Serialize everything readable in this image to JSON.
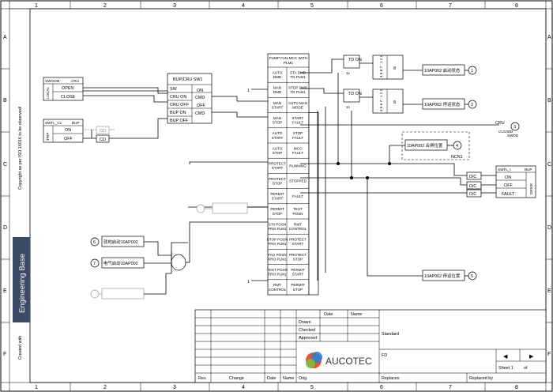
{
  "frame": {
    "col_labels": [
      "1",
      "2",
      "3",
      "4",
      "5",
      "6",
      "7",
      "8"
    ],
    "row_labels": [
      "A",
      "B",
      "C",
      "D",
      "E",
      "F"
    ]
  },
  "side": {
    "copyright": "Copyright as per ISO 16016 to be observed!",
    "brand_band": "Engineering Base",
    "created_with": "Created with"
  },
  "blocks": {
    "sw_mode": {
      "title_left": "SWOOM",
      "title_right": "CRU",
      "side": "LOCAL",
      "rows": [
        "OPEN",
        "CLOSE"
      ]
    },
    "sw_tl": {
      "title_left": "SWTL_C1",
      "title_right": "BUP",
      "side": "TRIP",
      "rows": [
        "ON",
        "OFF"
      ]
    },
    "cd": [
      "CD",
      "CD"
    ],
    "bup_sw": {
      "title": "BUP/CRU SW1",
      "rows": [
        [
          "SW",
          "ON"
        ],
        [
          "CRU ON",
          "CMD"
        ],
        [
          "CRU OFF",
          "OFF"
        ],
        [
          "BUP ON",
          "CMD"
        ],
        [
          "BUP OFF",
          ""
        ]
      ]
    },
    "ladder": [
      [
        "PUMP FAN-MCC WITH PLM1",
        ""
      ],
      [
        "AUTO DMD",
        "STA DMD TO PLM1"
      ],
      [
        "MAN DMD",
        "STOP DMD TO PLM1"
      ],
      [
        "MAN START",
        "AUTO MAN MODE"
      ],
      [
        "MAN STOP",
        "START FAULT"
      ],
      [
        "AUTO START",
        "STOP FAULT"
      ],
      [
        "AUTO STOP",
        "MCC FAULT"
      ],
      [
        "PROTECT START",
        "RUNNING"
      ],
      [
        "PROTECT STOP",
        "STOPPED"
      ],
      [
        "PERMIT START",
        "FAULT"
      ],
      [
        "PERMIT STOP",
        "TEST POSN"
      ],
      [
        "STA POSN FRO PLM1",
        "RMT CONTROL"
      ],
      [
        "STOP POSN FRO PLM1",
        "PROTECT START"
      ],
      [
        "FAU POSN FRO PLM1",
        "PROTECT STOP"
      ],
      [
        "TEST POSN FRO PLM1",
        "PERMIT START"
      ],
      [
        "RMT CONTROL",
        "PERMIT STOP"
      ]
    ],
    "td": [
      "TD ON",
      "TD ON"
    ],
    "pulse_a": {
      "nums": "4 5 6 7",
      "bot": "1 2 1",
      "val": "8",
      "src": "1x"
    },
    "pulse_b": {
      "nums": "4 5 6 7",
      "bot": "1 2 1",
      "val": "8",
      "src": "1x"
    },
    "out_labels": [
      "10AP002 启动状态",
      "10AP002 停运状态",
      "10AP002 停运位置"
    ],
    "out_nums": [
      "1",
      "2",
      "5"
    ],
    "mid_label": "10AP002 合闸位置",
    "mid_num": "4",
    "ncn": "NCN1",
    "cru_block": {
      "title": "CRU",
      "sub": "CU10DD",
      "sub2": "SWDD",
      "num": "3"
    },
    "dc": [
      "D/C",
      "D/C",
      "D/C"
    ],
    "tl_block": {
      "title_left": "SWTL_I",
      "title_right": "BUP",
      "side": "DRIVE",
      "rows": [
        "ON",
        "OFF",
        "FAULT"
      ]
    },
    "left_labels": [
      "就地启动10AP002",
      "电气启动10AP002"
    ],
    "left_nums": [
      "6",
      "7"
    ],
    "pin_1a": "1",
    "pin_1b": "1",
    "pin_1c": "1"
  },
  "title_block": {
    "date": "Date",
    "name": "Name",
    "drawn": "Drawn",
    "checked": "Checked",
    "approved": "Approved",
    "standard": "Standard",
    "company": "AUCOTEC",
    "doc": "FD",
    "sheet": "Sheet 1",
    "of": "of",
    "rev": "Rev.",
    "change": "Change",
    "date2": "Date",
    "name2": "Name",
    "orig": "Orig.",
    "replaces": "Replaces",
    "replaced_by": "Replaced by",
    "nav_prev": "◀",
    "nav_next": "▶"
  }
}
